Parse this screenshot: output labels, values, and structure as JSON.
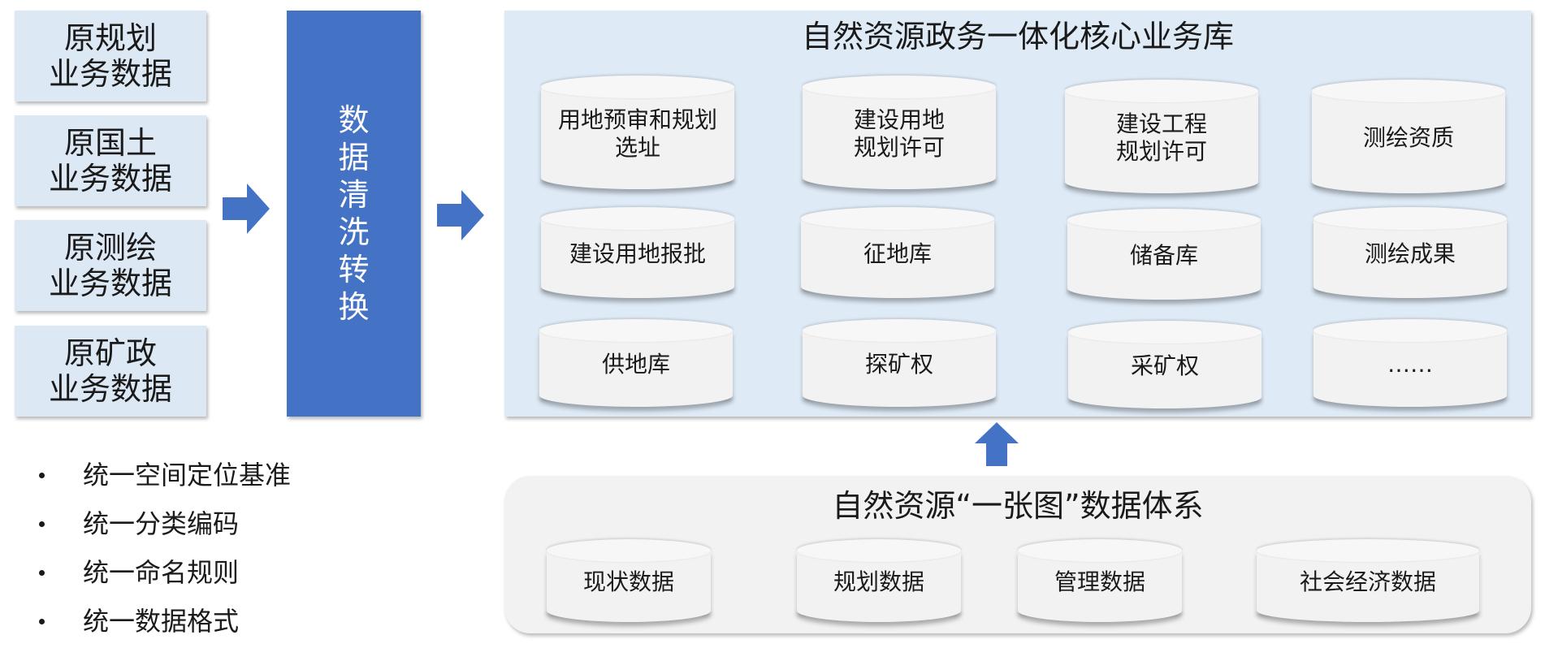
{
  "source_boxes": [
    {
      "line1": "原规划",
      "line2": "业务数据"
    },
    {
      "line1": "原国土",
      "line2": "业务数据"
    },
    {
      "line1": "原测绘",
      "line2": "业务数据"
    },
    {
      "line1": "原矿政",
      "line2": "业务数据"
    }
  ],
  "cleaning": {
    "label": "数据清洗转换"
  },
  "core_library": {
    "title": "自然资源政务一体化核心业务库",
    "items": [
      {
        "line1": "用地预审和规划",
        "line2": "选址"
      },
      {
        "line1": "建设用地",
        "line2": "规划许可"
      },
      {
        "line1": "建设工程",
        "line2": "规划许可"
      },
      {
        "line1": "测绘资质",
        "line2": ""
      },
      {
        "line1": "建设用地报批",
        "line2": ""
      },
      {
        "line1": "征地库",
        "line2": ""
      },
      {
        "line1": "储备库",
        "line2": ""
      },
      {
        "line1": "测绘成果",
        "line2": ""
      },
      {
        "line1": "供地库",
        "line2": ""
      },
      {
        "line1": "探矿权",
        "line2": ""
      },
      {
        "line1": "采矿权",
        "line2": ""
      },
      {
        "line1": "……",
        "line2": ""
      }
    ]
  },
  "one_map": {
    "title": "自然资源“一张图”数据体系",
    "items": [
      {
        "line1": "现状数据"
      },
      {
        "line1": "规划数据"
      },
      {
        "line1": "管理数据"
      },
      {
        "line1": "社会经济数据"
      }
    ]
  },
  "principles": [
    "统一空间定位基准",
    "统一分类编码",
    "统一命名规则",
    "统一数据格式"
  ],
  "colors": {
    "accent_blue": "#4472c4",
    "panel_light_blue": "#deeaf6",
    "source_box_blue": "#dde8f5",
    "cylinder_gray": "#f2f2f2"
  }
}
